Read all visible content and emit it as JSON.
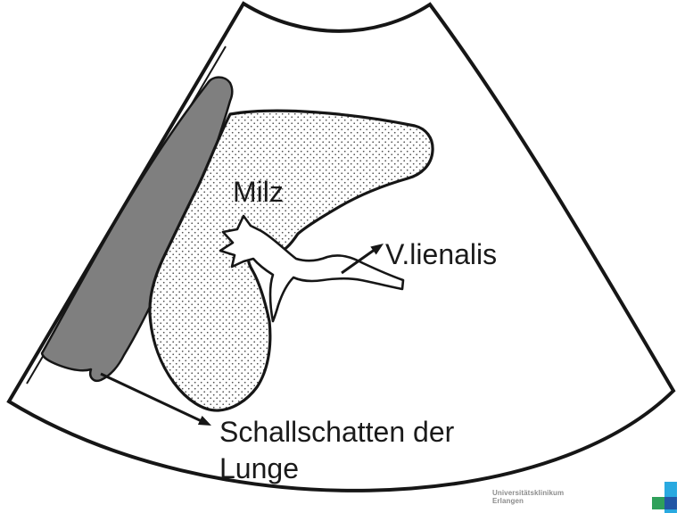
{
  "diagram": {
    "type": "ultrasound-schematic",
    "labels": {
      "spleen": "Milz",
      "vein": "V.lienalis",
      "shadow_line1": "Schallschatten der",
      "shadow_line2": "Lunge"
    },
    "colors": {
      "ink": "#161616",
      "label_text": "#1a1a1a",
      "shadow_band_fill": "#7f7f7f",
      "stipple_dot": "#4a4a4a",
      "background": "#ffffff"
    }
  },
  "logo": {
    "line1": "Universitätsklinikum",
    "line2": "Erlangen",
    "text_color": "#8c8c8c",
    "colors": {
      "cyan": "#29a9e0",
      "green": "#2fa05a",
      "blue": "#2156a5"
    }
  }
}
